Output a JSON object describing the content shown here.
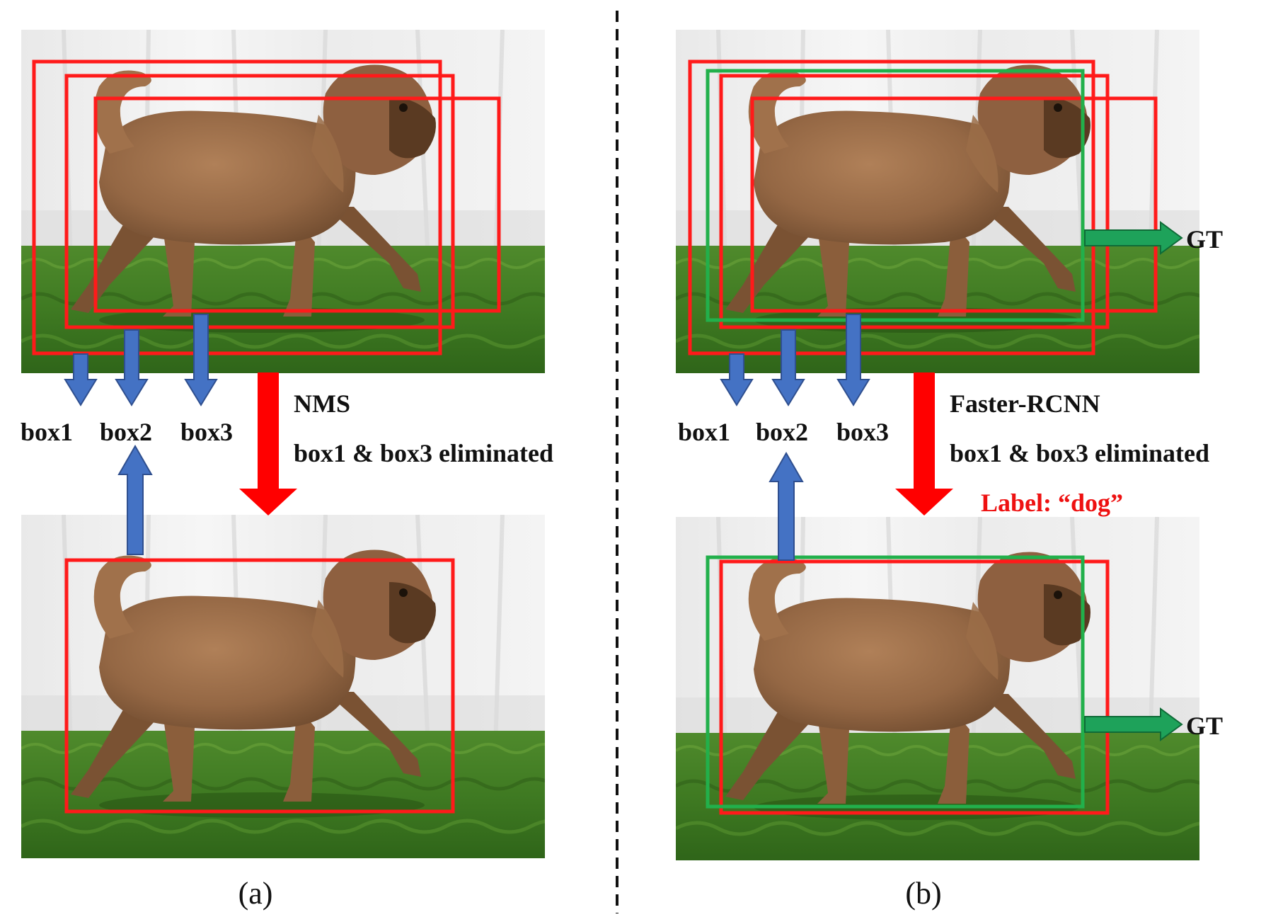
{
  "panel_a": {
    "box_labels": [
      "box1",
      "box2",
      "box3"
    ],
    "method": "NMS",
    "result": "box1 & box3 eliminated",
    "caption": "(a)"
  },
  "panel_b": {
    "box_labels": [
      "box1",
      "box2",
      "box3"
    ],
    "method": "Faster-RCNN",
    "result": "box1 & box3 eliminated",
    "label_text": "Label: “dog”",
    "gt_label_top": "GT",
    "gt_label_bottom": "GT",
    "caption": "(b)"
  },
  "colors": {
    "proposal_box": "#ff1a1a",
    "ground_truth_box": "#22b04b",
    "box_arrow": "#4472c4",
    "process_arrow": "#ff0000",
    "gt_arrow": "#1ea25a",
    "label_text": "#ee1111"
  },
  "icons": {
    "photo_subject": "dog-on-grass-photo"
  }
}
